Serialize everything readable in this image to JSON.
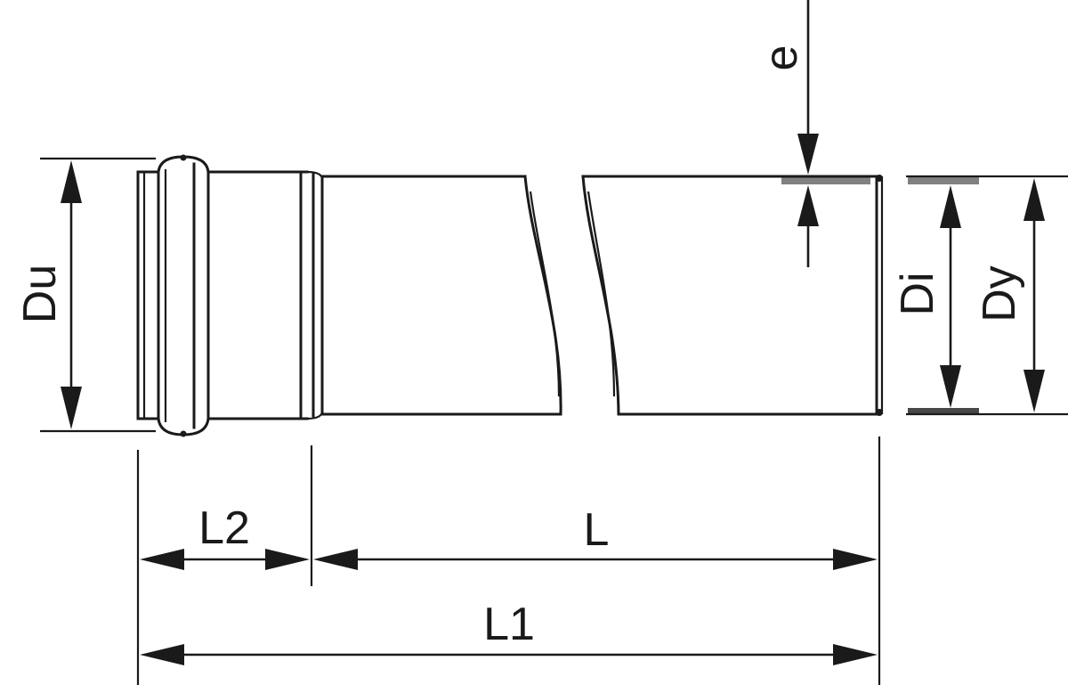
{
  "labels": {
    "du": "Du",
    "e": "e",
    "di": "Di",
    "dy": "Dy",
    "l2": "L2",
    "l": "L",
    "l1": "L1"
  },
  "colors": {
    "ink": "#1a1a1a",
    "background": "#ffffff"
  }
}
